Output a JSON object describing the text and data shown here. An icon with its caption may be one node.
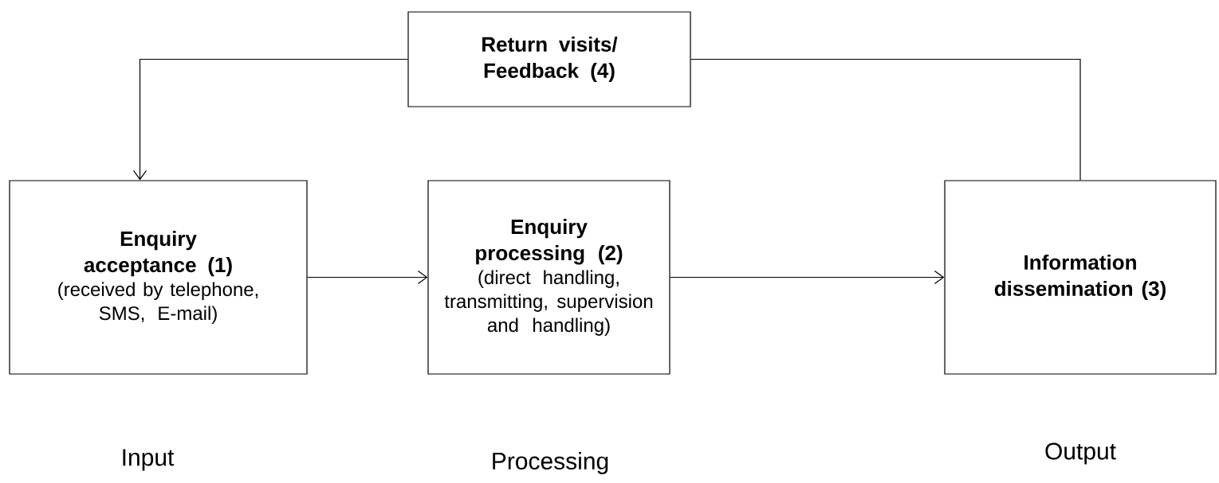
{
  "diagram": {
    "nodes": [
      {
        "text": [
          "Return visits/ Feedback (4)"
        ]
      },
      {
        "text": [
          "Enquiry acceptance (1)",
          "(received by telephone, SMS, E-mail)"
        ]
      },
      {
        "text": [
          "Enquiry processing (2)",
          "(direct handling, transmitting, supervision and handling)"
        ]
      },
      {
        "text": [
          "Information dissemination (3)"
        ]
      }
    ],
    "edges": [
      {
        "from": 1,
        "to": 2,
        "arrow": "to"
      },
      {
        "from": 2,
        "to": 3,
        "arrow": "to"
      },
      {
        "from": 3,
        "to": 0,
        "arrow": "none"
      },
      {
        "from": 0,
        "to": 1,
        "arrow": "to"
      }
    ],
    "labels": [
      "Input",
      "Processing",
      "Output"
    ]
  }
}
